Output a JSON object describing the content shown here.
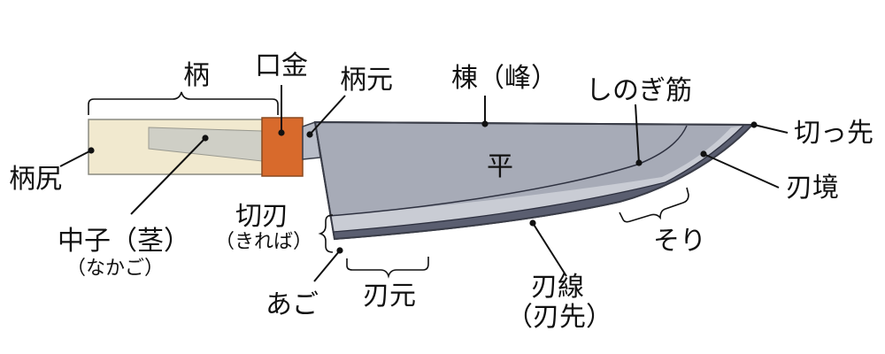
{
  "labels": {
    "handle": "柄",
    "ferrule": "口金",
    "handle_base": "柄元",
    "spine": "棟（峰）",
    "shinogi_line": "しのぎ筋",
    "tip": "切っ先",
    "butt": "柄尻",
    "flat": "平",
    "edge_boundary": "刃境",
    "tang": "中子（茎）",
    "tang_reading": "（なかご）",
    "kireba": "切刃",
    "kireba_reading": "（きれば）",
    "curve": "そり",
    "heel": "あご",
    "edge_base": "刃元",
    "edge_line": "刃線",
    "edge_line_alt": "（刃先）"
  },
  "colors": {
    "handle_fill": "#f1e9cf",
    "handle_stroke": "#8a8a80",
    "tang_fill": "#cfcfc6",
    "ferrule_fill": "#d86a2c",
    "blade_fill": "#a7abb7",
    "blade_stroke": "#3a3d48",
    "edge_bevel_fill": "#c9ccd4",
    "edge_dark_fill": "#5a5e70",
    "neck_fill": "#b8bcc7"
  }
}
